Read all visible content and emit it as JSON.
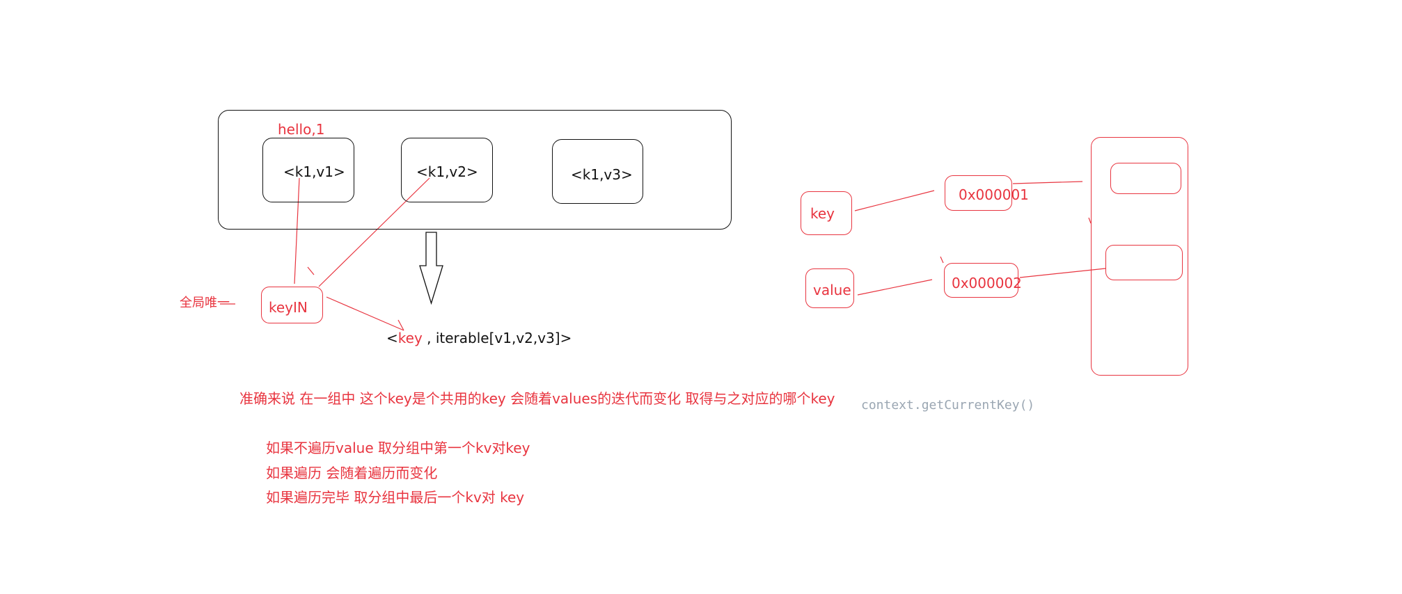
{
  "group": {
    "annotation": "hello,1",
    "pairs": [
      "<k1,v1>",
      "<k1,v2>",
      "<k1,v3>"
    ]
  },
  "keyin": {
    "side_label": "全局唯一",
    "label": "keyIN"
  },
  "result": {
    "open": "<",
    "key": "key",
    "rest": " , iterable[v1,v2,v3]>"
  },
  "memory": {
    "key_label": "key",
    "value_label": "value",
    "addr1": "0x000001",
    "addr2": "0x000002"
  },
  "notes": {
    "main": "准确来说 在一组中 这个key是个共用的key 会随着values的迭代而变化  取得与之对应的哪个key",
    "code": "context.getCurrentKey()",
    "bullets": [
      "如果不遍历value  取分组中第一个kv对key",
      "如果遍历  会随着遍历而变化",
      "如果遍历完毕 取分组中最后一个kv对 key"
    ]
  },
  "colors": {
    "red": "#e8343f",
    "black": "#111111",
    "code_gray": "#9aa6b2"
  }
}
